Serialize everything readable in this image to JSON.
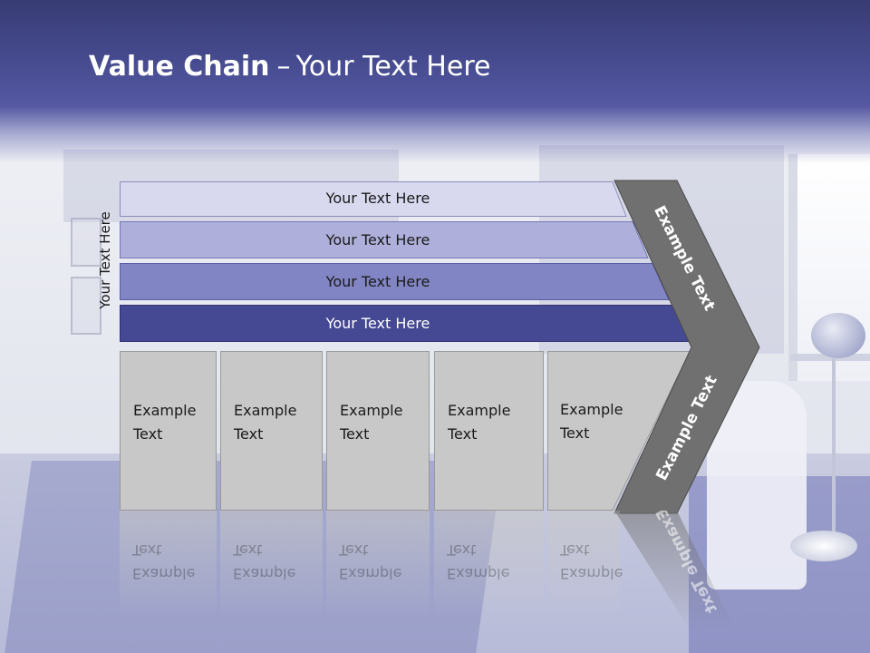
{
  "slide": {
    "title_bold": "Value Chain",
    "title_dash": "–",
    "title_rest": "Your Text Here",
    "side_label": "Your Text Here"
  },
  "bars": [
    {
      "label": "Your Text Here",
      "fill": "#d8d9ef",
      "text_color": "#1a1a1a"
    },
    {
      "label": "Your Text Here",
      "fill": "#aeb0db",
      "text_color": "#1a1a1a"
    },
    {
      "label": "Your Text Here",
      "fill": "#8185c4",
      "text_color": "#1a1a1a"
    },
    {
      "label": "Your Text Here",
      "fill": "#454892",
      "text_color": "#ffffff"
    }
  ],
  "boxes": [
    {
      "label": "Example\nText"
    },
    {
      "label": "Example\nText"
    },
    {
      "label": "Example\nText"
    },
    {
      "label": "Example\nText"
    },
    {
      "label": "Example\nText"
    }
  ],
  "chevron": {
    "upper_label": "Example Text",
    "lower_label": "Example Text",
    "fill": "#707070"
  },
  "colors": {
    "header": "#454a8e",
    "box_fill": "#c8c8c8"
  }
}
